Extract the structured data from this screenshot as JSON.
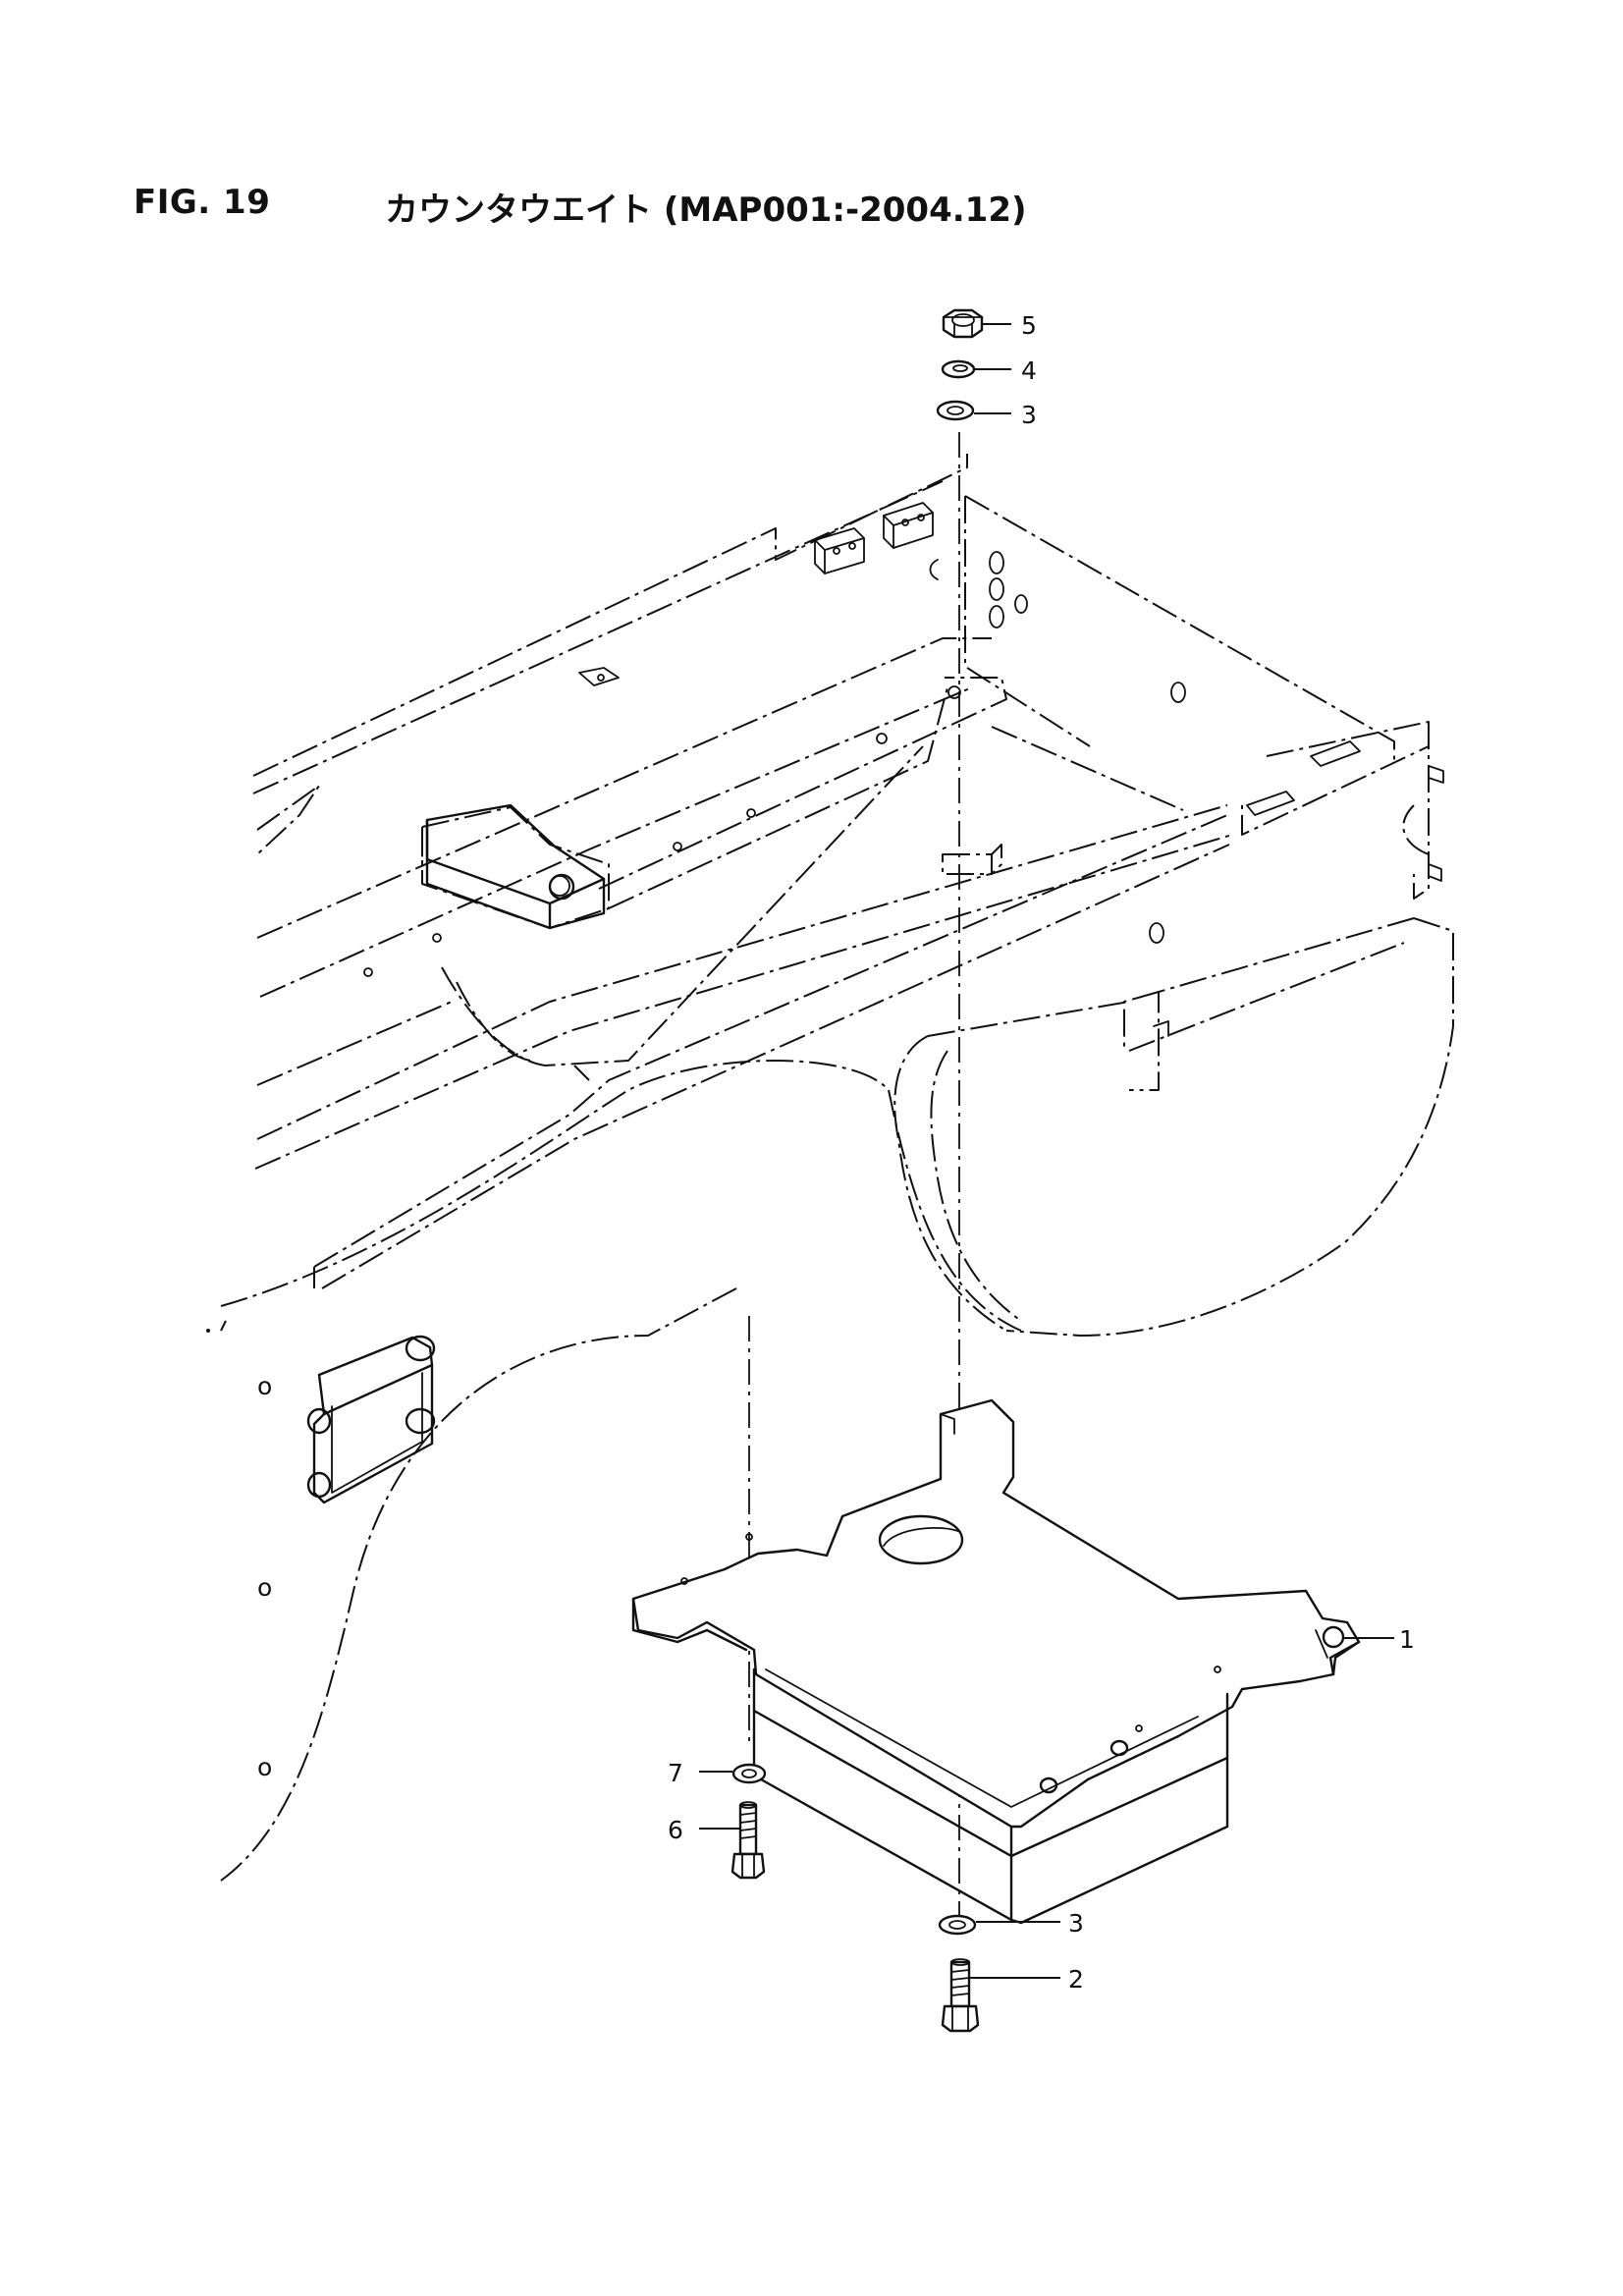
{
  "figure": {
    "number": "FIG. 19",
    "title": "カウンタウエイト (MAP001:-2004.12)"
  },
  "callouts": [
    {
      "id": "callout-5-top",
      "label": "5"
    },
    {
      "id": "callout-4-top",
      "label": "4"
    },
    {
      "id": "callout-3-top",
      "label": "3"
    },
    {
      "id": "callout-1",
      "label": "1"
    },
    {
      "id": "callout-7",
      "label": "7"
    },
    {
      "id": "callout-6",
      "label": "6"
    },
    {
      "id": "callout-3-bottom",
      "label": "3"
    },
    {
      "id": "callout-2",
      "label": "2"
    }
  ],
  "side_marks": [
    "o",
    "o",
    "o"
  ],
  "parts": [
    {
      "ref": "1",
      "icon": "counterweight-plate"
    },
    {
      "ref": "2",
      "icon": "hex-bolt"
    },
    {
      "ref": "3",
      "icon": "flat-washer"
    },
    {
      "ref": "4",
      "icon": "spring-washer"
    },
    {
      "ref": "5",
      "icon": "hex-nut"
    },
    {
      "ref": "6",
      "icon": "hex-bolt"
    },
    {
      "ref": "7",
      "icon": "flat-washer"
    }
  ]
}
